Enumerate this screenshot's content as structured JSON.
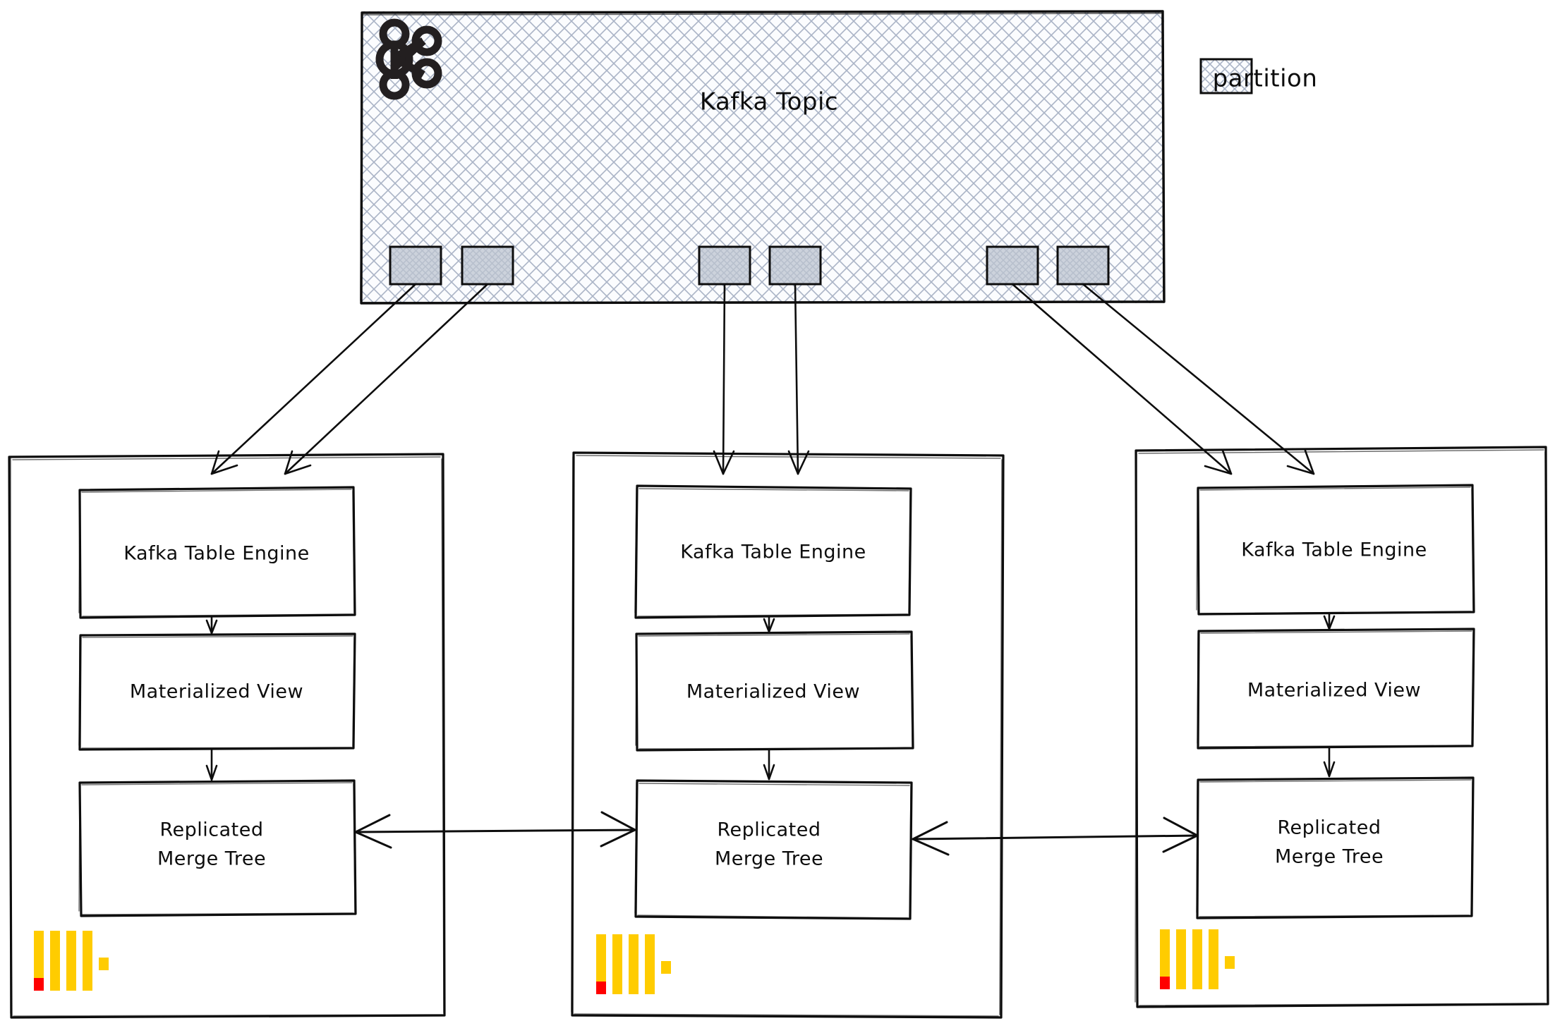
{
  "diagram": {
    "title_visible": false,
    "legend": {
      "swatch_name": "partition-swatch",
      "label": "partition"
    },
    "kafka_topic": {
      "label": "Kafka Topic",
      "logo_name": "kafka-logo",
      "fill_pattern": "cross-hatch",
      "partitions": [
        {
          "id": "p1",
          "cluster": 1
        },
        {
          "id": "p2",
          "cluster": 1
        },
        {
          "id": "p3",
          "cluster": 2
        },
        {
          "id": "p4",
          "cluster": 2
        },
        {
          "id": "p5",
          "cluster": 3
        },
        {
          "id": "p6",
          "cluster": 3
        }
      ]
    },
    "clusters": [
      {
        "id": "cluster-1",
        "logo_name": "clickhouse-logo",
        "nodes": [
          {
            "id": "kafka-table-engine",
            "label": "Kafka Table Engine"
          },
          {
            "id": "materialized-view",
            "label": "Materialized View"
          },
          {
            "id": "replicated-merge-tree",
            "label": "Replicated\nMerge Tree",
            "line1": "Replicated",
            "line2": "Merge Tree"
          }
        ]
      },
      {
        "id": "cluster-2",
        "logo_name": "clickhouse-logo",
        "nodes": [
          {
            "id": "kafka-table-engine",
            "label": "Kafka Table Engine"
          },
          {
            "id": "materialized-view",
            "label": "Materialized View"
          },
          {
            "id": "replicated-merge-tree",
            "label": "Replicated\nMerge Tree",
            "line1": "Replicated",
            "line2": "Merge Tree"
          }
        ]
      },
      {
        "id": "cluster-3",
        "logo_name": "clickhouse-logo",
        "nodes": [
          {
            "id": "kafka-table-engine",
            "label": "Kafka Table Engine"
          },
          {
            "id": "materialized-view",
            "label": "Materialized View"
          },
          {
            "id": "replicated-merge-tree",
            "label": "Replicated\nMerge Tree",
            "line1": "Replicated",
            "line2": "Merge Tree"
          }
        ]
      }
    ],
    "colors": {
      "stroke": "#0d0d0d",
      "hatch": "#a9b3c6",
      "topic_fill": "#fbfcfe",
      "partition_fill": "#ced4de",
      "clickhouse_yellow": "#FFCC00",
      "clickhouse_red": "#FF0000",
      "background": "#FFFFFF"
    },
    "replication_links": [
      {
        "from": "cluster-1",
        "to": "cluster-2",
        "bidirectional": true
      },
      {
        "from": "cluster-2",
        "to": "cluster-3",
        "bidirectional": true
      }
    ]
  }
}
